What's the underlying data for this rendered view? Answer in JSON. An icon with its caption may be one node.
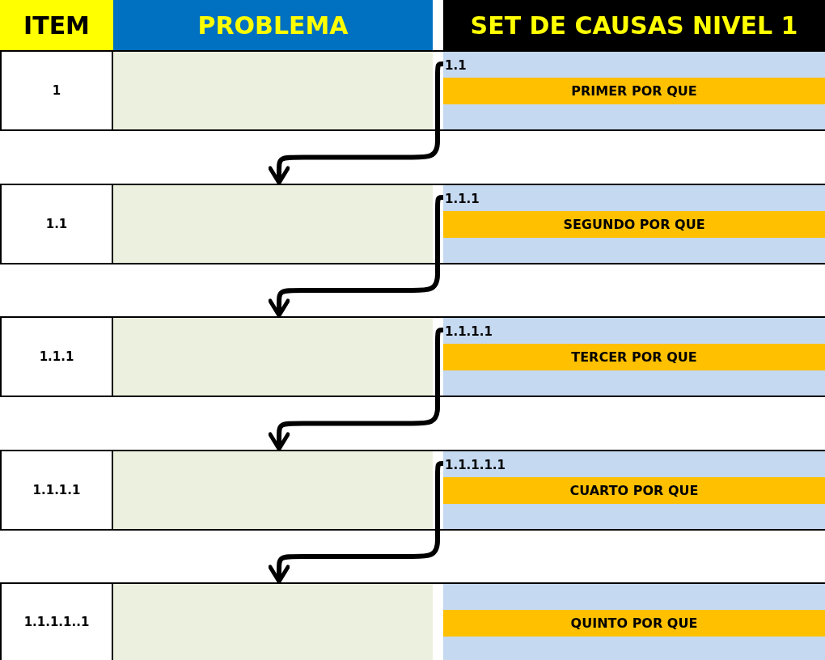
{
  "diagram": {
    "nodes": [
      {
        "text": [
          "ITEM"
        ]
      },
      {
        "text": [
          "PROBLEMA"
        ]
      },
      {
        "text": [
          "SET DE CAUSAS NIVEL 1"
        ]
      },
      {
        "text": [
          "1"
        ]
      },
      {
        "text": [],
        "shape": "box"
      },
      {
        "text": [
          "1.1",
          "PRIMER POR QUE"
        ]
      },
      {
        "text": [
          "1.1"
        ]
      },
      {
        "text": [],
        "shape": "box"
      },
      {
        "text": [
          "1.1.1",
          "SEGUNDO POR QUE"
        ]
      },
      {
        "text": [
          "1.1.1"
        ]
      },
      {
        "text": [],
        "shape": "box"
      },
      {
        "text": [
          "1.1.1.1",
          "TERCER POR QUE"
        ]
      },
      {
        "text": [
          "1.1.1.1"
        ]
      },
      {
        "text": [],
        "shape": "box"
      },
      {
        "text": [
          "1.1.1.1.1",
          "CUARTO POR QUE"
        ]
      },
      {
        "text": [
          "1.1.1.1..1"
        ]
      },
      {
        "text": [],
        "shape": "box"
      },
      {
        "text": [
          "QUINTO POR QUE"
        ]
      }
    ],
    "edges": [
      {
        "from": 5,
        "to": 7,
        "arrow": "to"
      },
      {
        "from": 8,
        "to": 10,
        "arrow": "to"
      },
      {
        "from": 11,
        "to": 13,
        "arrow": "to"
      },
      {
        "from": 14,
        "to": 16,
        "arrow": "to"
      }
    ]
  }
}
